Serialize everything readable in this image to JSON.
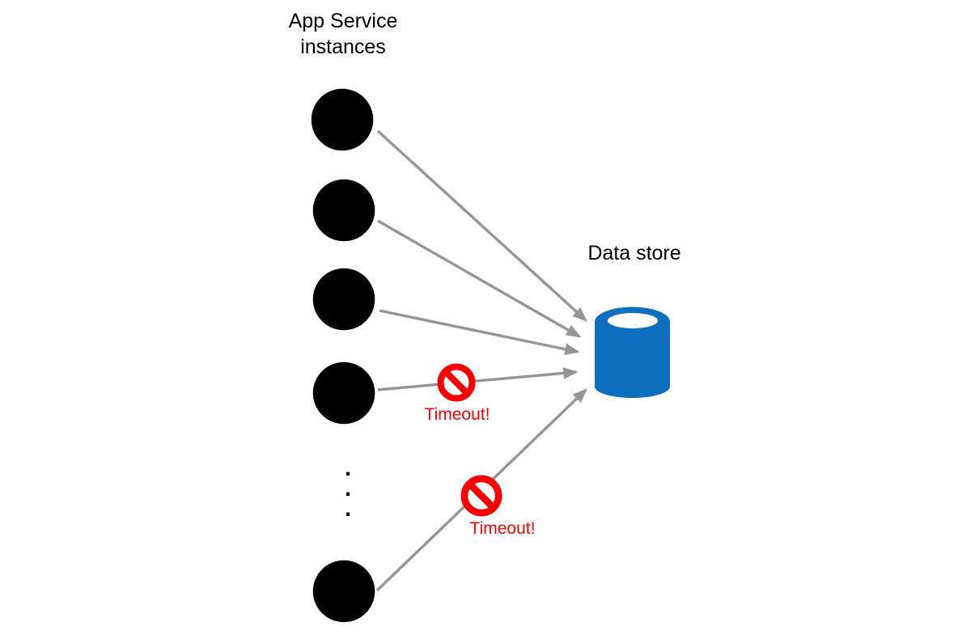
{
  "title": {
    "text": "App Service\ninstances"
  },
  "data_store": {
    "label": "Data store",
    "icon": "database-cylinder-icon"
  },
  "app_service_instances": {
    "visible_count": 5,
    "icon": "azure-app-service-globe-icon",
    "ellipsis_dots": [
      ".",
      ".",
      "."
    ]
  },
  "timeouts": [
    {
      "label": "Timeout!",
      "icon": "no-entry-prohibition-icon"
    },
    {
      "label": "Timeout!",
      "icon": "no-entry-prohibition-icon"
    }
  ],
  "colors": {
    "app_service_blue": "#0f7ed8",
    "data_store_blue": "#0c6fbf",
    "arrow_gray": "#959595",
    "timeout_red": "#fa0000",
    "text_color": "#000000"
  }
}
